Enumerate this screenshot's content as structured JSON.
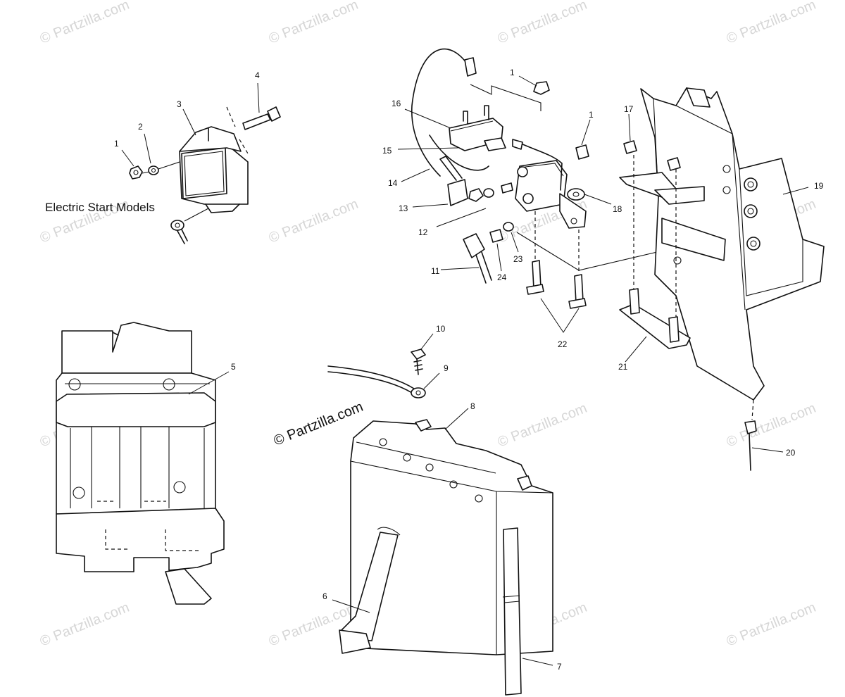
{
  "caption": "Electric Start Models",
  "watermark": "© Partzilla.com",
  "callouts": {
    "c1a": "1",
    "c2": "2",
    "c3": "3",
    "c4": "4",
    "c5": "5",
    "c6": "6",
    "c7": "7",
    "c8": "8",
    "c9": "9",
    "c10": "10",
    "c11": "11",
    "c12": "12",
    "c13": "13",
    "c14": "14",
    "c15": "15",
    "c16": "16",
    "c1b": "1",
    "c1c": "1",
    "c17": "17",
    "c18": "18",
    "c19": "19",
    "c20": "20",
    "c21": "21",
    "c22": "22",
    "c23": "23",
    "c24": "24"
  },
  "colors": {
    "line": "#111111",
    "watermark": "#d6d6d6",
    "background": "#ffffff"
  }
}
